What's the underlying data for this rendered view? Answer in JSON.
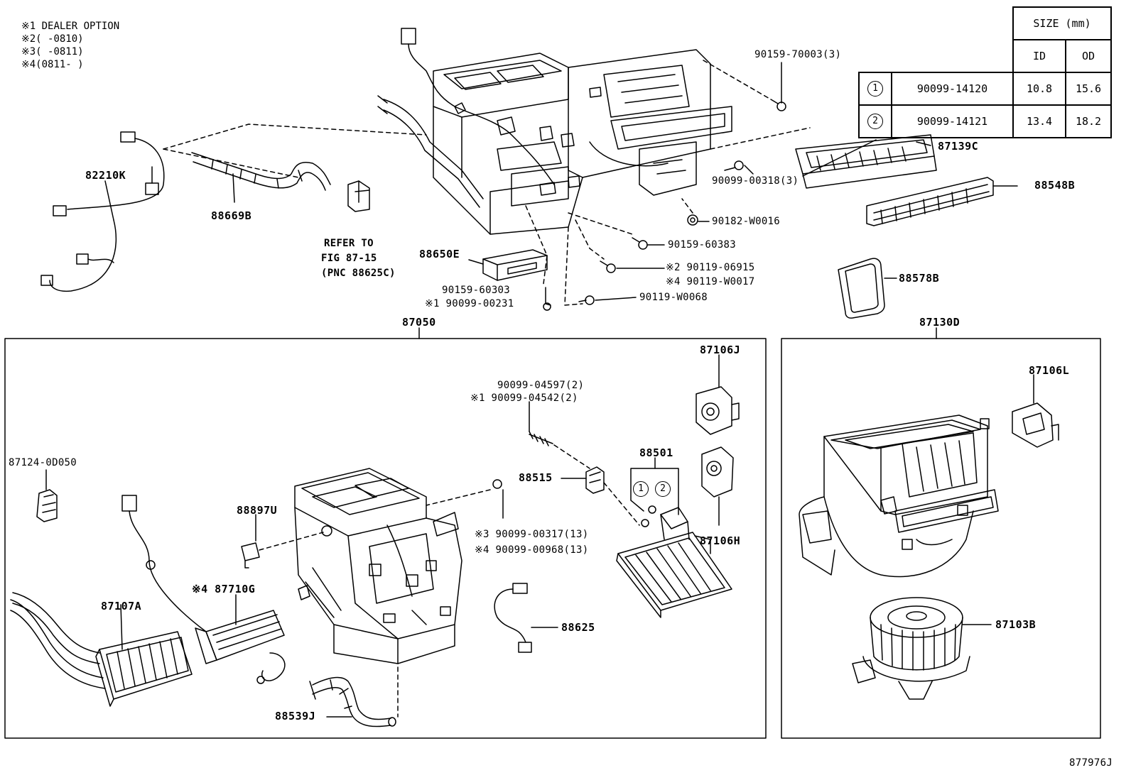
{
  "notes": [
    "※1 DEALER OPTION",
    "※2(    -0810)",
    "※3(    -0811)",
    "※4(0811-    )"
  ],
  "size_table": {
    "title": "SIZE (mm)",
    "col_id": "ID",
    "col_od": "OD",
    "rows": [
      {
        "key": "1",
        "part": "90099-14120",
        "id": "10.8",
        "od": "15.6"
      },
      {
        "key": "2",
        "part": "90099-14121",
        "id": "13.4",
        "od": "18.2"
      }
    ]
  },
  "labels": {
    "p82210K": "82210K",
    "p88669B": "88669B",
    "refer": [
      "REFER TO",
      "FIG 87-15",
      "(PNC 88625C)"
    ],
    "p88650E": "88650E",
    "p90159_60303": "90159-60303",
    "p90099_00231": "※1 90099-00231",
    "p90159_70003": "90159-70003(3)",
    "p87139C": "87139C",
    "p88548B": "88548B",
    "p90099_00318": "90099-00318(3)",
    "p90182_W0016": "90182-W0016",
    "p90159_60383": "90159-60383",
    "p90119_06915": "※2 90119-06915",
    "p90119_W0017": "※4 90119-W0017",
    "p90119_W0068": "90119-W0068",
    "p88578B": "88578B",
    "p87050": "87050",
    "p87130D": "87130D",
    "p87106J": "87106J",
    "p90099_04597": "90099-04597(2)",
    "p90099_04542": "※1 90099-04542(2)",
    "p88501": "88501",
    "p88515": "88515",
    "p87124": "87124-0D050",
    "p88897U": "88897U",
    "p90099_00317": "※3 90099-00317(13)",
    "p90099_00968": "※4 90099-00968(13)",
    "p87106H": "87106H",
    "p87710G": "※4 87710G",
    "p87107A": "87107A",
    "p88625": "88625",
    "p88539J": "88539J",
    "p87106L": "87106L",
    "p87103B": "87103B",
    "circle1": "1",
    "circle2": "2",
    "diagram_id": "877976J"
  }
}
